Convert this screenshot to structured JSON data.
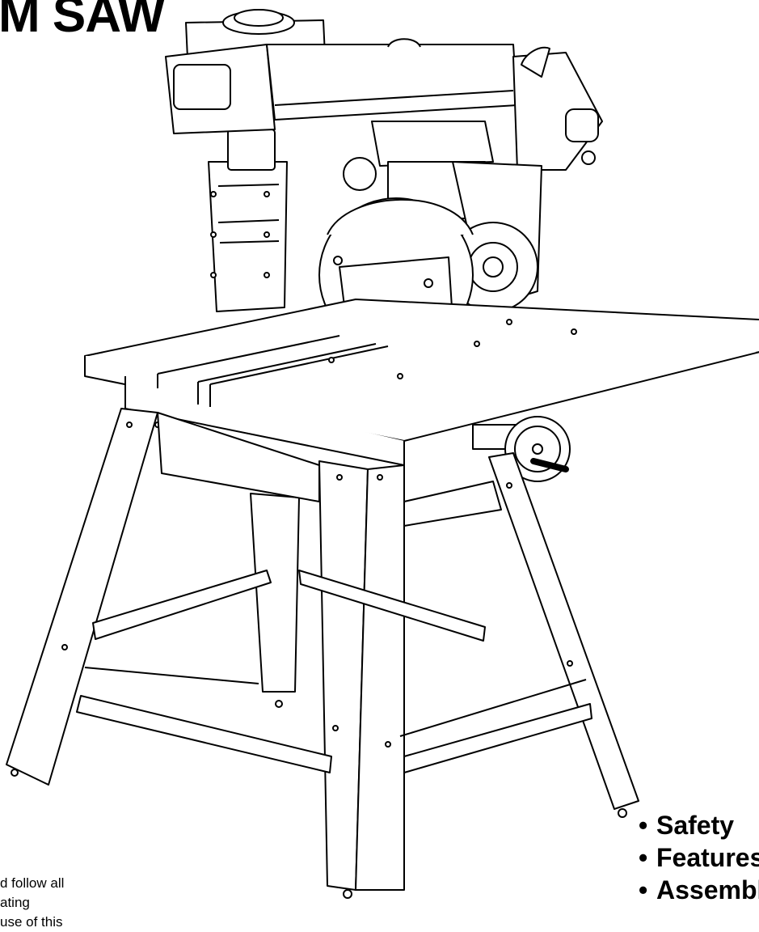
{
  "header": {
    "title": "M SAW"
  },
  "features": {
    "bullet": "•",
    "items": [
      "Safety",
      "Features",
      "Assembly"
    ]
  },
  "intro": {
    "lines": [
      "d follow all",
      "ating",
      "use of this"
    ]
  },
  "illustration": {
    "subject": "radial-arm-saw-drawing"
  }
}
